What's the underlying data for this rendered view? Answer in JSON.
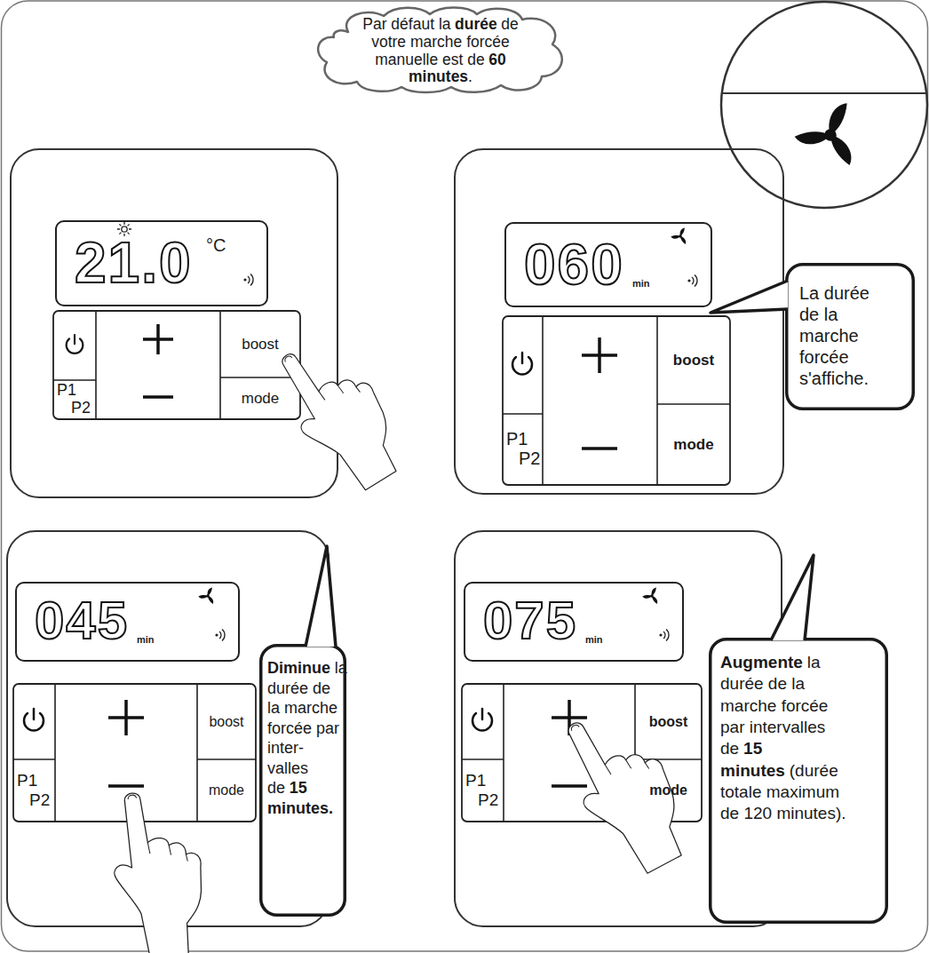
{
  "diagram": {
    "nodes": [
      {
        "text": [
          "Par défaut la",
          "durée",
          "de votre marche forcée manuelle est de",
          "60 minutes",
          "."
        ]
      },
      {
        "text": [
          "21.0",
          "°C"
        ]
      },
      {
        "text": [
          "boost"
        ]
      },
      {
        "text": [
          "mode"
        ]
      },
      {
        "text": [
          "P1",
          "P2"
        ]
      },
      {
        "text": [
          "060",
          "min"
        ]
      },
      {
        "text": [
          "boost"
        ]
      },
      {
        "text": [
          "mode"
        ]
      },
      {
        "text": [
          "P1",
          "P2"
        ]
      },
      {
        "text": [
          "La durée de la marche forcée s'affiche."
        ]
      },
      {
        "text": [
          "045",
          "min"
        ]
      },
      {
        "text": [
          "boost"
        ]
      },
      {
        "text": [
          "mode"
        ]
      },
      {
        "text": [
          "P1",
          "P2"
        ]
      },
      {
        "text": [
          "Diminue",
          "la durée de la marche forcée par inter- valles de",
          "15 minutes."
        ]
      },
      {
        "text": [
          "075",
          "min"
        ]
      },
      {
        "text": [
          "boost"
        ]
      },
      {
        "text": [
          "mode"
        ]
      },
      {
        "text": [
          "P1",
          "P2"
        ]
      },
      {
        "text": [
          "Augmente",
          "la durée de la marche forcée par intervalles de",
          "15 minutes",
          "(durée totale maximum de 120 minutes)."
        ]
      }
    ]
  }
}
